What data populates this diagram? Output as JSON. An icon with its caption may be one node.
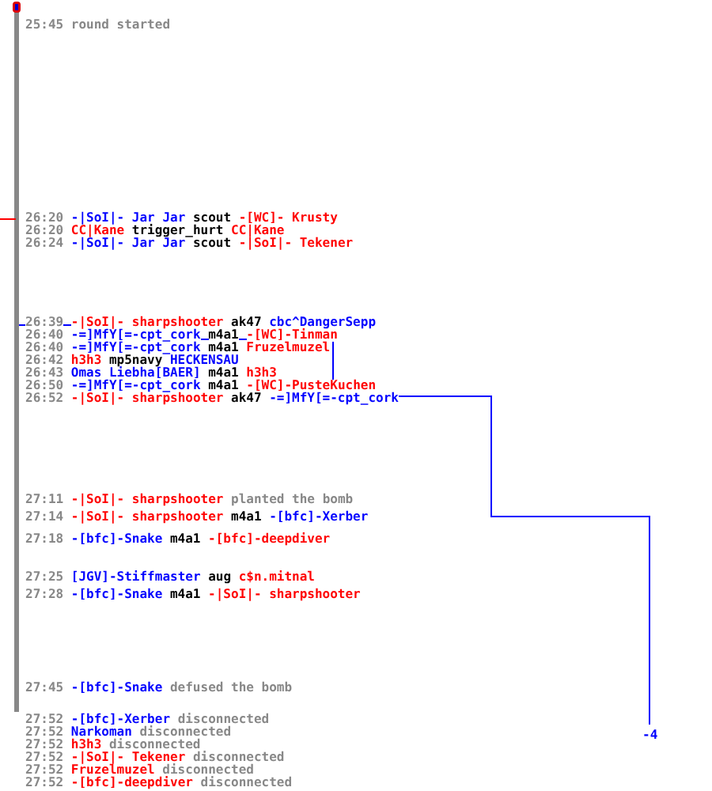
{
  "diagram": {
    "labels": [
      "25:45",
      "round started",
      "26:20",
      "-|SoI|- Jar Jar",
      "scout",
      "-[WC]- Krusty",
      "26:20",
      "CC|Kane",
      "trigger_hurt",
      "CC|Kane",
      "26:24",
      "-|SoI|- Jar Jar",
      "scout",
      "-|SoI|- Tekener",
      "26:39",
      "-|SoI|- sharpshooter",
      "ak47",
      "cbc^DangerSepp",
      "26:40",
      "-=]MfY[=-cpt_cork",
      "m4a1",
      "-[WC]-Tinman",
      "26:40",
      "-=]MfY[=-cpt_cork",
      "m4a1",
      "Fruzelmuzel",
      "26:42",
      "h3h3",
      "mp5navy",
      "HECKENSAU",
      "26:43",
      "Omas Liebha[BAER]",
      "m4a1",
      "h3h3",
      "26:50",
      "-=]MfY[=-cpt_cork",
      "m4a1",
      "-[WC]-PusteKuchen",
      "26:52",
      "-|SoI|- sharpshooter",
      "ak47",
      "-=]MfY[=-cpt_cork",
      "27:11",
      "-|SoI|- sharpshooter",
      "planted the bomb",
      "27:14",
      "-|SoI|- sharpshooter",
      "m4a1",
      "-[bfc]-Xerber",
      "27:18",
      "-[bfc]-Snake",
      "m4a1",
      "-[bfc]-deepdiver",
      "27:25",
      "[JGV]-Stiffmaster",
      "aug",
      "c$n.mitnal",
      "27:28",
      "-[bfc]-Snake",
      "m4a1",
      "-|SoI|- sharpshooter",
      "27:45",
      "-[bfc]-Snake",
      "defused the bomb",
      "27:52",
      "-[bfc]-Xerber",
      "disconnected",
      "27:52",
      "Narkoman",
      "disconnected",
      "27:52",
      "h3h3",
      "disconnected",
      "27:52",
      "-|SoI|- Tekener",
      "disconnected",
      "27:52",
      "Fruzelmuzel",
      "disconnected",
      "27:52",
      "-[bfc]-deepdiver",
      "disconnected",
      "-4"
    ]
  }
}
